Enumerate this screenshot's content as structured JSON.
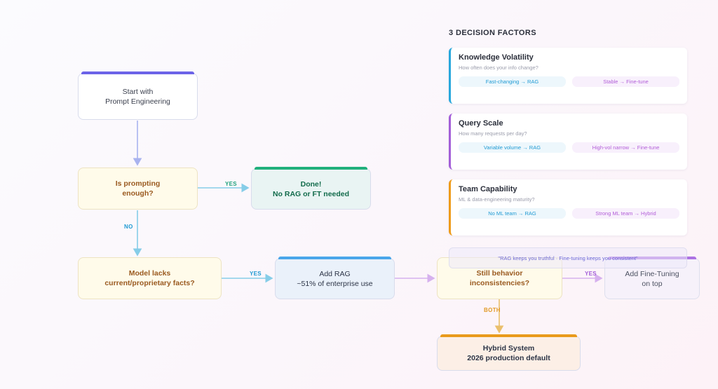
{
  "flow": {
    "start": "Start with\nPrompt Engineering",
    "q_prompt": "Is prompting\nenough?",
    "done": "Done!\nNo RAG or FT needed",
    "q_facts": "Model lacks\ncurrent/proprietary facts?",
    "add_rag": "Add RAG\n~51% of enterprise use",
    "q_behavior": "Still behavior\ninconsistencies?",
    "add_ft": "Add Fine-Tuning\non top",
    "hybrid": "Hybrid System\n2026 production default",
    "labels": {
      "yes": "YES",
      "no": "NO",
      "both": "BOTH"
    }
  },
  "factors": {
    "title": "3 DECISION FACTORS",
    "cards": [
      {
        "title": "Knowledge Volatility",
        "subtitle": "How often does your info change?",
        "left": "Fast-changing → RAG",
        "right": "Stable → Fine-tune",
        "accent": "#27a7dc"
      },
      {
        "title": "Query Scale",
        "subtitle": "How many requests per day?",
        "left": "Variable volume → RAG",
        "right": "High-vol narrow → Fine-tune",
        "accent": "#a35ed8"
      },
      {
        "title": "Team Capability",
        "subtitle": "ML & data-engineering maturity?",
        "left": "No ML team → RAG",
        "right": "Strong ML team → Hybrid",
        "accent": "#ee9b1a"
      }
    ],
    "quote": "\"RAG keeps you truthful · Fine-tuning keeps you consistent\""
  },
  "colors": {
    "arrow_blue": "#a9b3ef",
    "arrow_cyan": "#86cde8",
    "arrow_purple": "#d6b1ee",
    "arrow_orange": "#eabf6c",
    "label_green": "#1fa27c",
    "label_cyan": "#1f9ad3",
    "label_purple": "#a35ed8",
    "label_orange": "#e29a26"
  }
}
